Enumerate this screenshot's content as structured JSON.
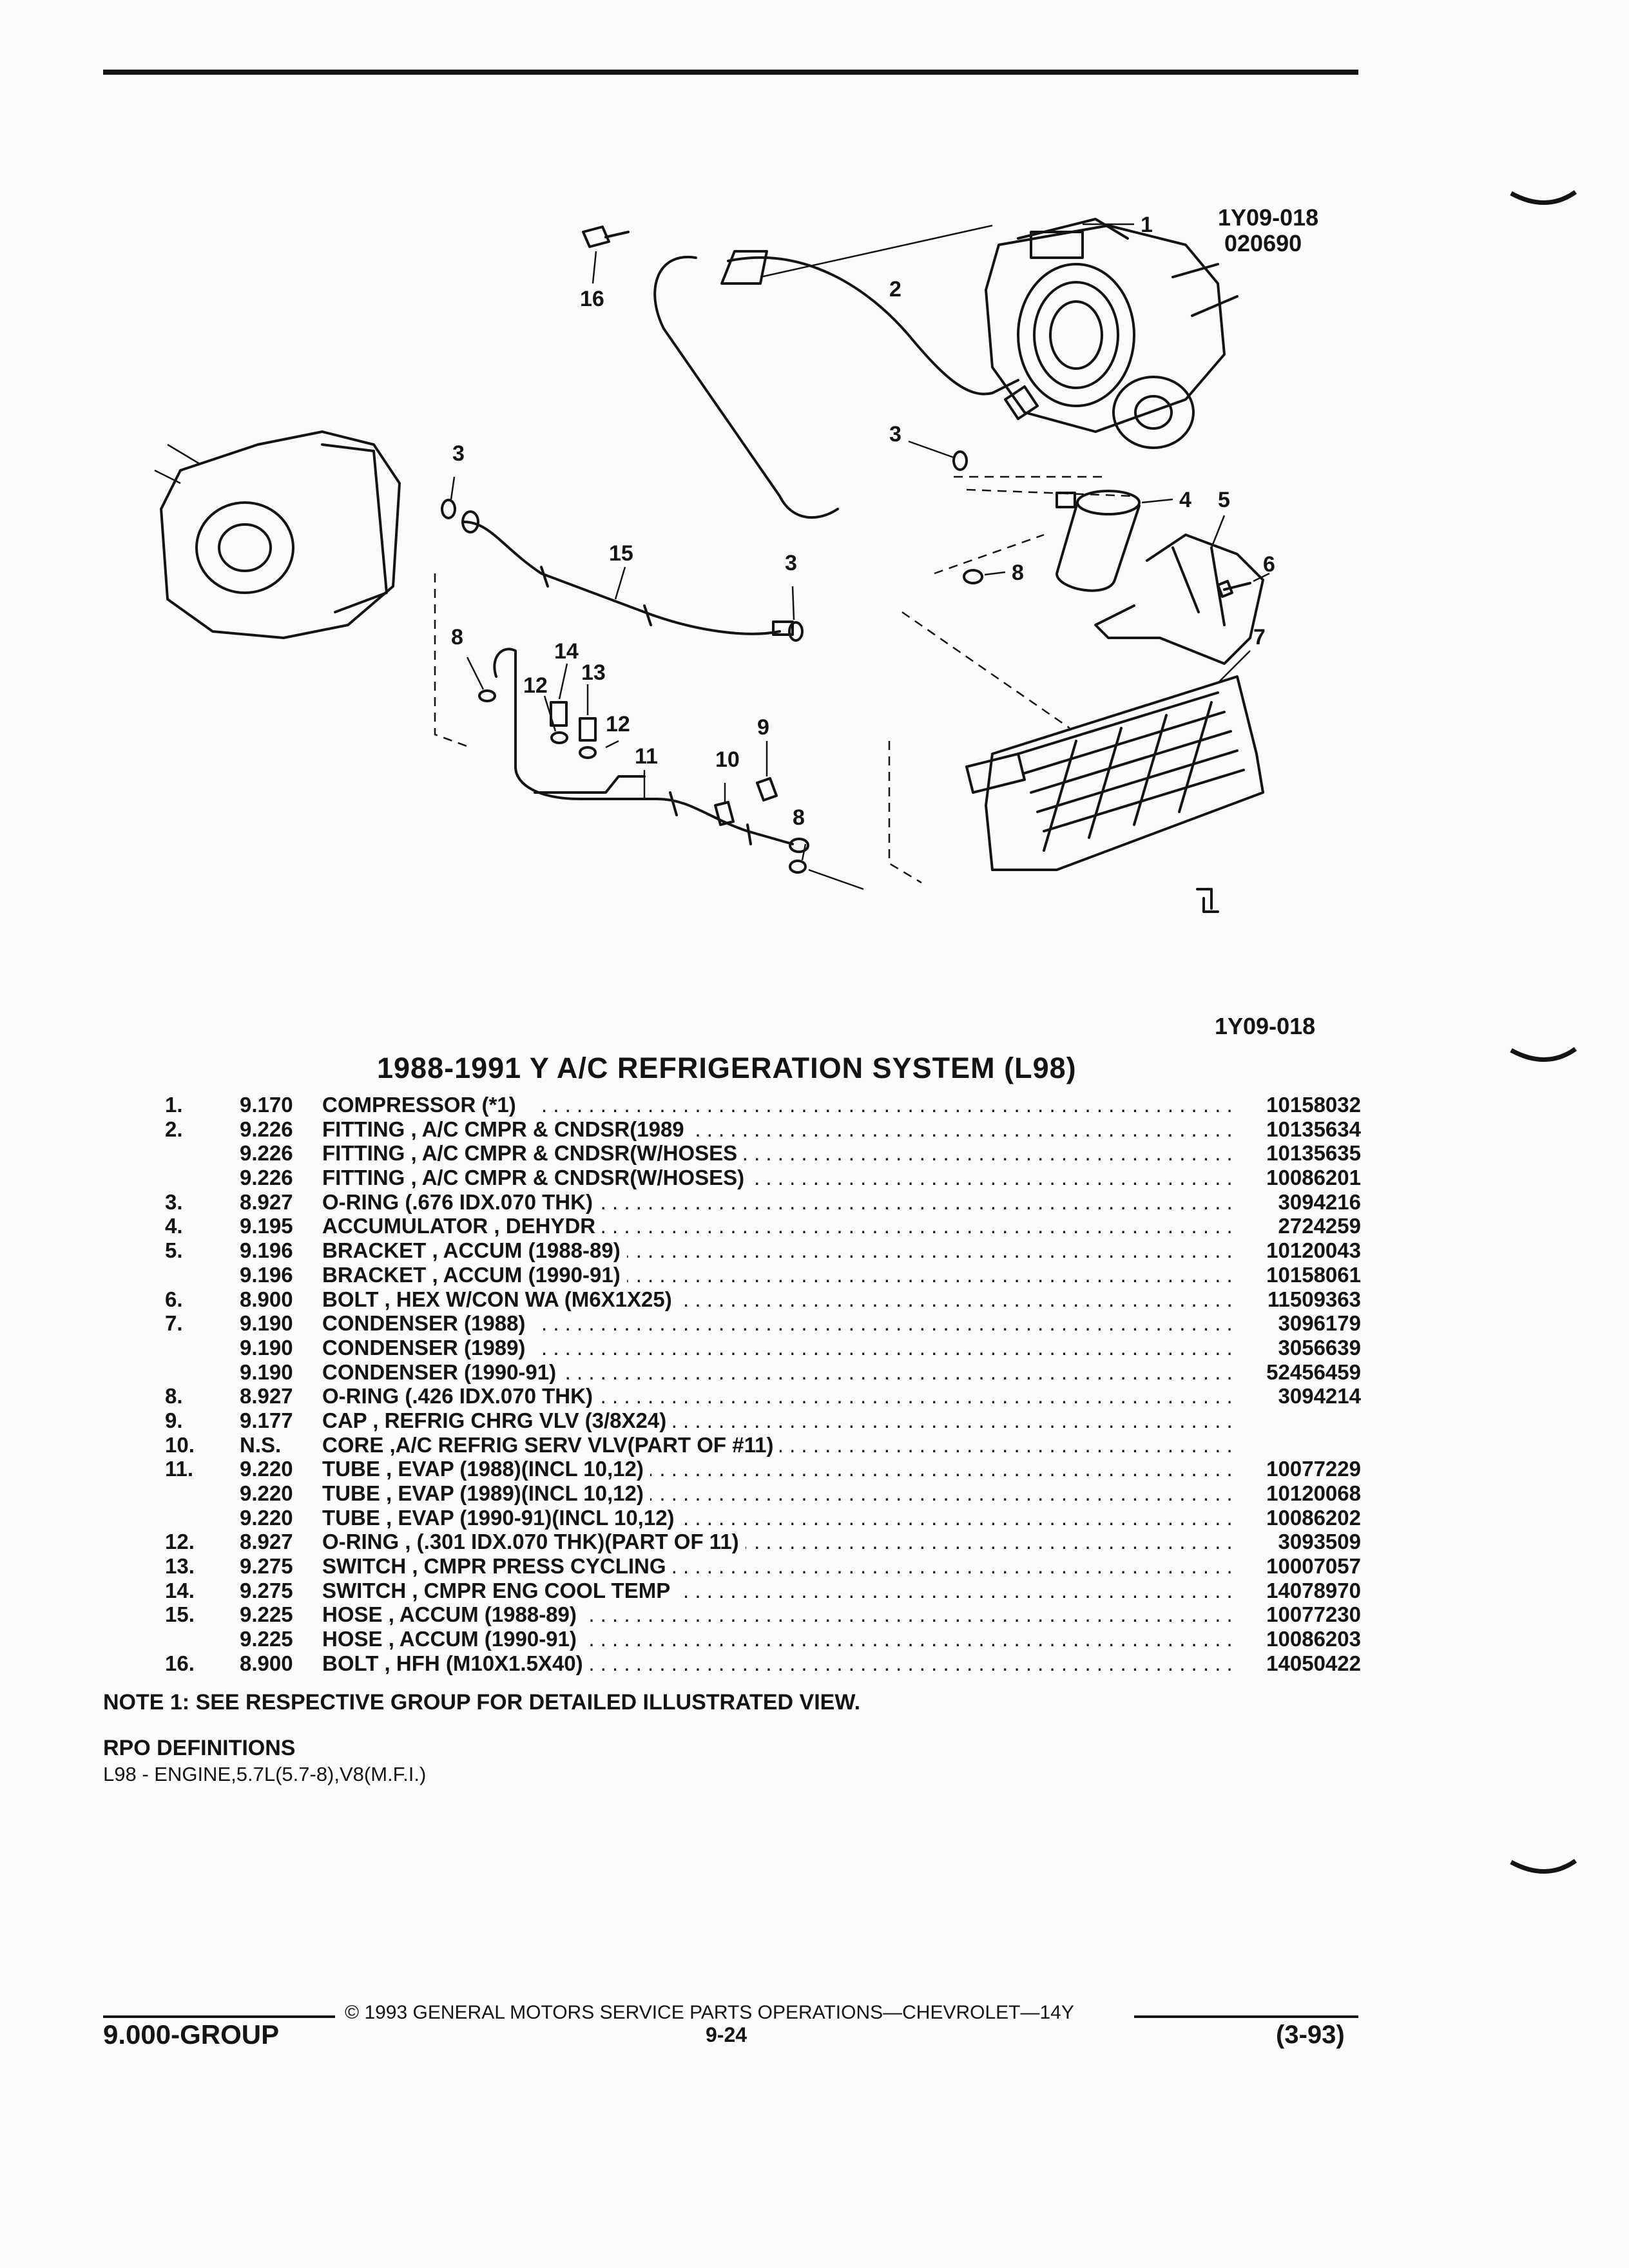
{
  "figure": {
    "code_top": "1Y09-018",
    "date_code": "020690",
    "code_bottom": "1Y09-018",
    "callouts": [
      "1",
      "2",
      "3",
      "3",
      "3",
      "4",
      "5",
      "6",
      "7",
      "8",
      "8",
      "8",
      "9",
      "10",
      "11",
      "12",
      "12",
      "13",
      "14",
      "15",
      "16"
    ]
  },
  "title": "1988-1991 Y A/C REFRIGERATION SYSTEM (L98)",
  "parts": [
    {
      "no": "1.",
      "group": "9.170",
      "desc": "COMPRESSOR (*1)",
      "part": "10158032"
    },
    {
      "no": "2.",
      "group": "9.226",
      "desc": "FITTING , A/C CMPR & CNDSR(1989",
      "part": "10135634"
    },
    {
      "no": "",
      "group": "9.226",
      "desc": "FITTING , A/C CMPR & CNDSR(W/HOSES",
      "part": "10135635"
    },
    {
      "no": "",
      "group": "9.226",
      "desc": "FITTING , A/C CMPR & CNDSR(W/HOSES)",
      "part": "10086201"
    },
    {
      "no": "3.",
      "group": "8.927",
      "desc": "O-RING (.676 IDX.070 THK)",
      "part": "3094216"
    },
    {
      "no": "4.",
      "group": "9.195",
      "desc": "ACCUMULATOR , DEHYDR",
      "part": "2724259"
    },
    {
      "no": "5.",
      "group": "9.196",
      "desc": "BRACKET , ACCUM (1988-89)",
      "part": "10120043"
    },
    {
      "no": "",
      "group": "9.196",
      "desc": "BRACKET , ACCUM (1990-91)",
      "part": "10158061"
    },
    {
      "no": "6.",
      "group": "8.900",
      "desc": "BOLT , HEX W/CON WA (M6X1X25)",
      "part": "11509363"
    },
    {
      "no": "7.",
      "group": "9.190",
      "desc": "CONDENSER (1988)",
      "part": "3096179"
    },
    {
      "no": "",
      "group": "9.190",
      "desc": "CONDENSER (1989)",
      "part": "3056639"
    },
    {
      "no": "",
      "group": "9.190",
      "desc": "CONDENSER (1990-91)",
      "part": "52456459"
    },
    {
      "no": "8.",
      "group": "8.927",
      "desc": "O-RING (.426 IDX.070 THK)",
      "part": "3094214"
    },
    {
      "no": "9.",
      "group": "9.177",
      "desc": "CAP , REFRIG CHRG VLV (3/8X24)",
      "part": ""
    },
    {
      "no": "10.",
      "group": "N.S.",
      "desc": "CORE ,A/C REFRIG SERV VLV(PART OF #11)",
      "part": ""
    },
    {
      "no": "11.",
      "group": "9.220",
      "desc": "TUBE , EVAP (1988)(INCL 10,12)",
      "part": "10077229"
    },
    {
      "no": "",
      "group": "9.220",
      "desc": "TUBE , EVAP (1989)(INCL 10,12)",
      "part": "10120068"
    },
    {
      "no": "",
      "group": "9.220",
      "desc": "TUBE , EVAP (1990-91)(INCL 10,12)",
      "part": "10086202"
    },
    {
      "no": "12.",
      "group": "8.927",
      "desc": "O-RING , (.301 IDX.070 THK)(PART OF 11)",
      "part": "3093509"
    },
    {
      "no": "13.",
      "group": "9.275",
      "desc": "SWITCH , CMPR PRESS CYCLING",
      "part": "10007057"
    },
    {
      "no": "14.",
      "group": "9.275",
      "desc": "SWITCH , CMPR ENG COOL TEMP",
      "part": "14078970"
    },
    {
      "no": "15.",
      "group": "9.225",
      "desc": "HOSE , ACCUM (1988-89)",
      "part": "10077230"
    },
    {
      "no": "",
      "group": "9.225",
      "desc": "HOSE , ACCUM (1990-91)",
      "part": "10086203"
    },
    {
      "no": "16.",
      "group": "8.900",
      "desc": "BOLT , HFH (M10X1.5X40)",
      "part": "14050422"
    }
  ],
  "note": "NOTE  1:  SEE RESPECTIVE GROUP FOR DETAILED ILLUSTRATED VIEW.",
  "rpo": {
    "heading": "RPO DEFINITIONS",
    "definition": "L98 - ENGINE,5.7L(5.7-8),V8(M.F.I.)"
  },
  "footer": {
    "copyright": "© 1993 GENERAL MOTORS SERVICE PARTS OPERATIONS—CHEVROLET—14Y",
    "group": "9.000-GROUP",
    "page": "9-24",
    "date": "(3-93)"
  }
}
